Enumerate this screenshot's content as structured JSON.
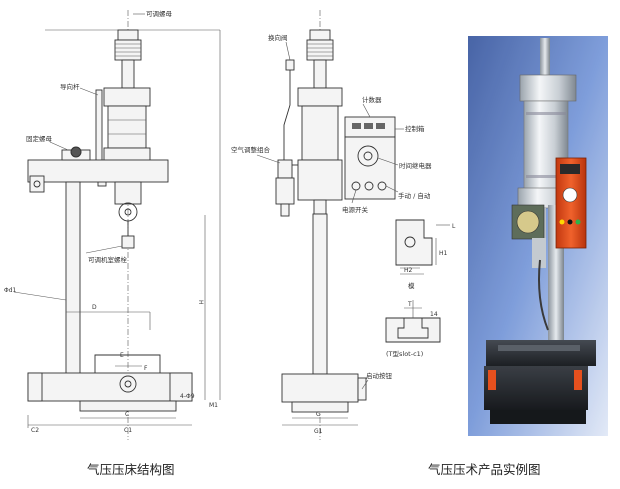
{
  "captions": {
    "left": "气压压床结构图",
    "right": "气压压术产品实例图"
  },
  "left_diagram": {
    "labels": {
      "adjust_nut": "可调螺母",
      "guide_rod": "导向杆",
      "lock_nut": "固定螺母",
      "stroke_bolt": "可调机室螺栓"
    },
    "dims": {
      "phi_d1": "Φd1",
      "d": "D",
      "e": "E",
      "f": "F",
      "h": "H",
      "hole": "4-Φ9",
      "c": "C",
      "c1": "C1",
      "c2": "C2",
      "m1": "M1"
    }
  },
  "middle_diagram": {
    "labels": {
      "air_inlet": "换向阀",
      "counter": "计数器",
      "control_box": "控制箱",
      "air_valve": "空气调整组合",
      "time_relay": "时间继电器",
      "manual_auto": "手动 / 自动",
      "power_switch": "电源开关",
      "auto_button": "启动按钮"
    },
    "dims": {
      "g": "G",
      "g1": "G1"
    }
  },
  "details": {
    "top_dims": {
      "h2": "H2",
      "h1": "H1",
      "l": "L"
    },
    "mid_caption": "模",
    "top_small": "T",
    "bottom_dim": "14",
    "bottom_caption": "(T型slot-c1)"
  },
  "photo": {
    "colors": {
      "frame": "#c3ccd4",
      "cylinder": "#e8e8e8",
      "control_box": "#e6501e",
      "base": "#2a2e34",
      "blue_bg": "#4a6fb8"
    }
  }
}
